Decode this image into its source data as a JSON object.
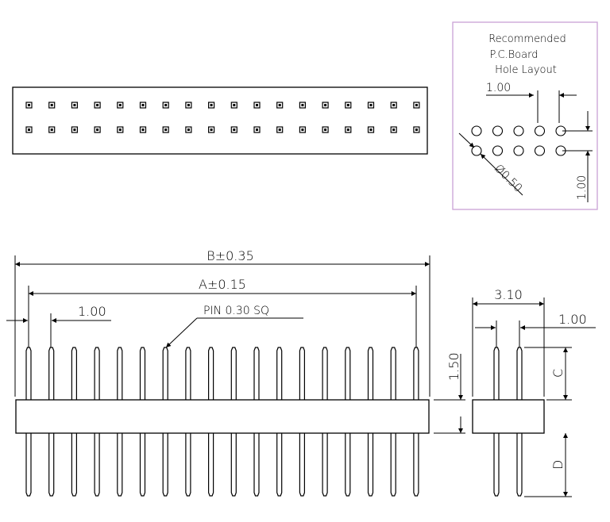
{
  "diagram": {
    "top_pin_count": 18,
    "top_rows": 2,
    "side_pin_rows": 2,
    "layout_holes_per_row": 5,
    "layout_rows": 2
  },
  "labels": {
    "inset_title": [
      "Recommended",
      "P.C.Board",
      "Hole  Layout"
    ],
    "inset_pitch": "1.00",
    "inset_row_pitch": "1.00",
    "inset_hole_dia": "Ø0.50",
    "dim_b": "B±0.35",
    "dim_a": "A±0.15",
    "dim_pitch": "1.00",
    "pin_note": "PIN  0.30  SQ",
    "dim_body_height": "1.50",
    "dim_side_width": "3.10",
    "dim_side_pitch": "1.00",
    "dim_c": "C",
    "dim_d": "D"
  }
}
